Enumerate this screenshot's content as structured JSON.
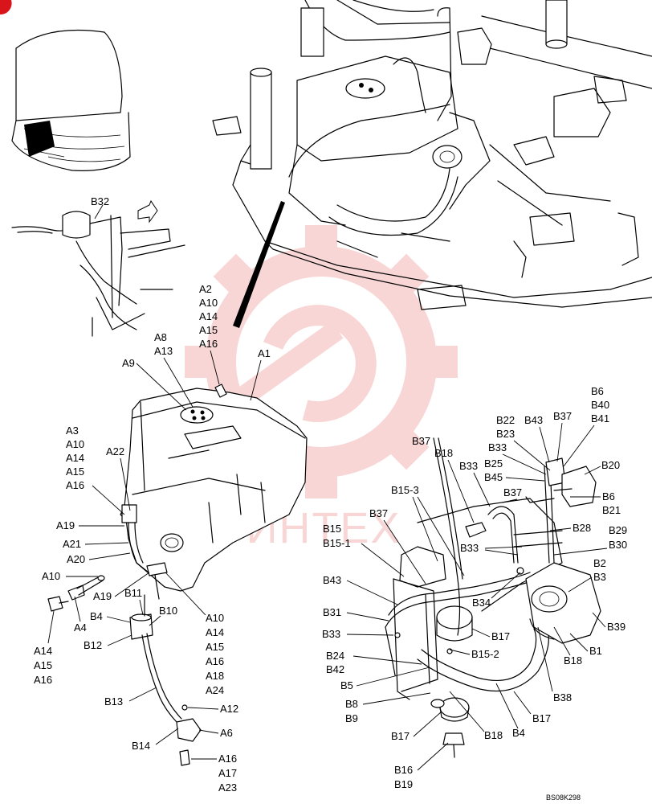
{
  "diagram_code": "BS08K298",
  "watermark_text": "ИНТЕХ",
  "colors": {
    "watermark": "#e8484a",
    "badge": "#d9151c",
    "ink": "#000000"
  },
  "tank_labels": {
    "a2_group": [
      "A2",
      "A10",
      "A14",
      "A15",
      "A16"
    ],
    "a8_group": [
      "A8",
      "A13"
    ],
    "a9": "A9",
    "a1": "A1",
    "a3_group": [
      "A3",
      "A10",
      "A14",
      "A15",
      "A16"
    ],
    "a22": "A22",
    "a19_top": "A19",
    "a21": "A21",
    "a20": "A20",
    "a10_left": "A10",
    "a19_mid": "A19",
    "a4": "A4",
    "a14_group_left": [
      "A14",
      "A15",
      "A16"
    ],
    "a10_group_right": [
      "A10",
      "A14",
      "A15",
      "A16",
      "A18",
      "A24"
    ],
    "b11": "B11",
    "b4_left": "B4",
    "b10": "B10",
    "b12": "B12",
    "b13": "B13",
    "a12": "A12",
    "b14": "B14",
    "a6": "A6",
    "a16_group_bottom": [
      "A16",
      "A17",
      "A23"
    ]
  },
  "detail_labels": {
    "b32": "B32"
  },
  "hose_labels": {
    "b22_group": [
      "B22",
      "B23"
    ],
    "b43_top": "B43",
    "b37_top": "B37",
    "b6_group": [
      "B6",
      "B40",
      "B41"
    ],
    "b37_left": "B37",
    "b18_top": "B18",
    "b33_top": "B33",
    "b33_mid": "B33",
    "b25_group": [
      "B25",
      "B45"
    ],
    "b20": "B20",
    "b6_group2": [
      "B6",
      "B21"
    ],
    "b15_3": "B15-3",
    "b37_mid": "B37",
    "b37_small": "B37",
    "b28": "B28",
    "b29_group": [
      "B29",
      "B30"
    ],
    "b15_group": [
      "B15",
      "B15-1"
    ],
    "b33_right": "B33",
    "b2_group": [
      "B2",
      "B3"
    ],
    "b43_left": "B43",
    "b34": "B34",
    "b31": "B31",
    "b17_mid": "B17",
    "b39": "B39",
    "b33_left": "B33",
    "b1": "B1",
    "b18_right": "B18",
    "b24_group": [
      "B24",
      "B42"
    ],
    "b15_2": "B15-2",
    "b5": "B5",
    "b38": "B38",
    "b8_group": [
      "B8",
      "B9"
    ],
    "b17_right": "B17",
    "b17_left": "B17",
    "b18_bottom": "B18",
    "b4_right": "B4",
    "b16_group": [
      "B16",
      "B19"
    ]
  }
}
